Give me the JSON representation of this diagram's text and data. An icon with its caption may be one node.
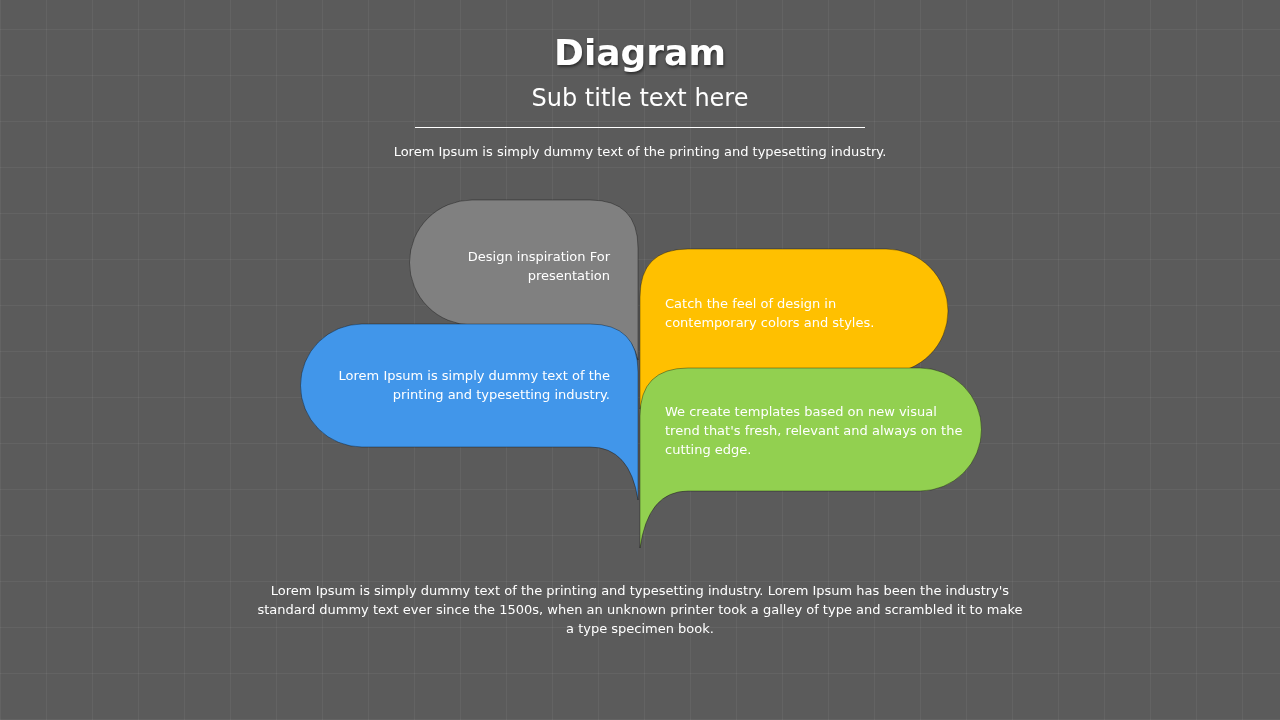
{
  "diagram": {
    "title": "Diagram",
    "nodes": [
      {
        "text": [
          "Design inspiration For presentation"
        ]
      },
      {
        "text": [
          "Catch the feel of design in contemporary colors and styles."
        ]
      },
      {
        "text": [
          "Lorem Ipsum is simply dummy text of the printing and typesetting industry."
        ]
      },
      {
        "text": [
          "We create templates based on new visual trend that's fresh, relevant and always on the cutting edge."
        ]
      }
    ],
    "labels": [
      "Sub title text here",
      "Lorem Ipsum is simply dummy text of the printing and typesetting industry.",
      "Lorem Ipsum is simply dummy text of the printing and typesetting industry. Lorem Ipsum has been the industry's standard dummy text ever since the 1500s, when an unknown printer took a galley of type and scrambled it to make a type specimen book."
    ]
  }
}
